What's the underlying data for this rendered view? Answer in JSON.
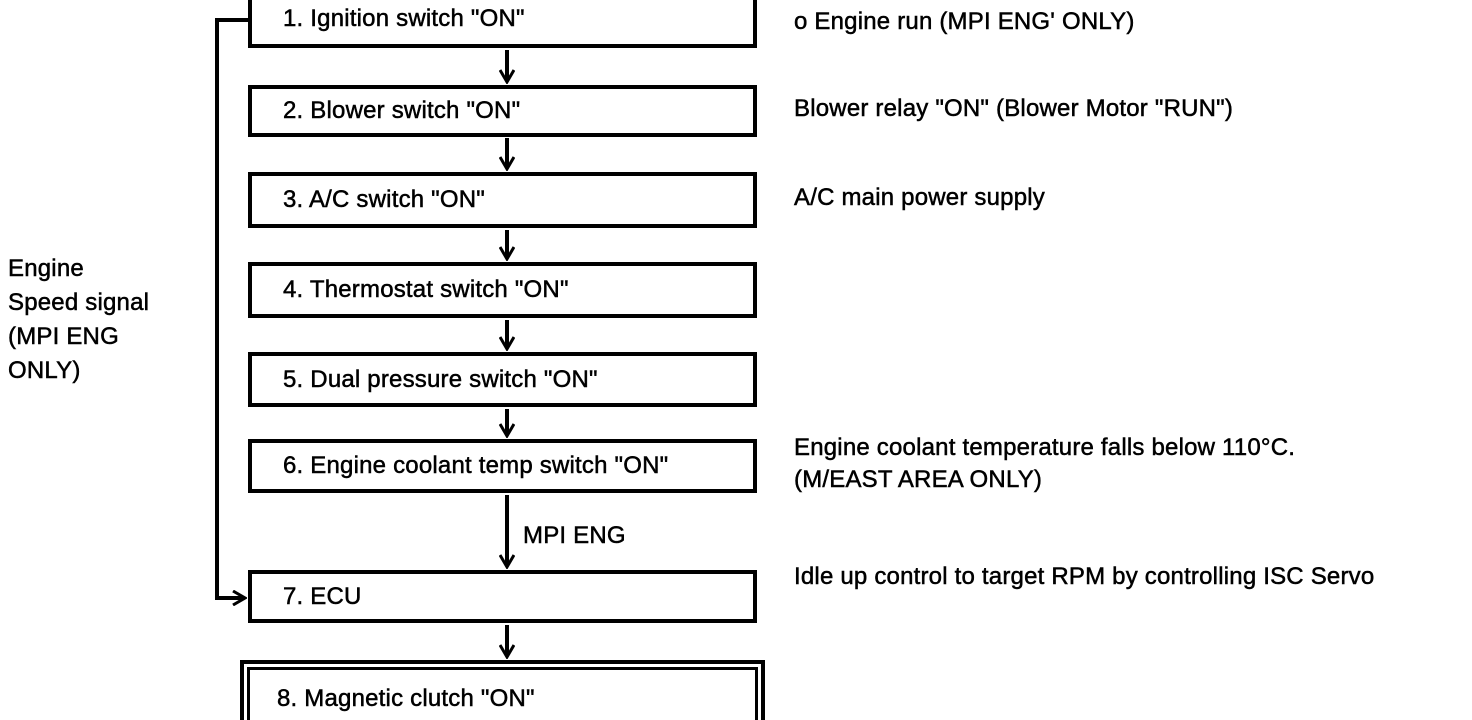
{
  "diagram": {
    "left_label": {
      "lines": [
        "Engine",
        "Speed signal",
        "(MPI ENG",
        "ONLY)"
      ]
    },
    "steps": [
      {
        "label": "1. Ignition switch \"ON\""
      },
      {
        "label": "2. Blower switch \"ON\""
      },
      {
        "label": "3. A/C switch \"ON\""
      },
      {
        "label": "4. Thermostat switch \"ON\""
      },
      {
        "label": "5. Dual pressure switch \"ON\""
      },
      {
        "label": "6. Engine coolant temp switch \"ON\""
      },
      {
        "label": "7. ECU"
      },
      {
        "label": "8.  Magnetic clutch \"ON\""
      }
    ],
    "branch_label": "MPI ENG",
    "annotations": [
      {
        "lines": [
          "o Engine run (MPI ENG' ONLY)"
        ]
      },
      {
        "lines": [
          "Blower relay \"ON\" (Blower Motor \"RUN\")"
        ]
      },
      {
        "lines": [
          "A/C main power supply"
        ]
      },
      {
        "lines": [
          "Engine coolant temperature falls below 110°C.",
          "(M/EAST AREA ONLY)"
        ]
      },
      {
        "lines": [
          "Idle up control to target RPM by controlling ISC Servo"
        ]
      }
    ],
    "colors": {
      "ink": "#000000",
      "paper": "#ffffff"
    }
  }
}
